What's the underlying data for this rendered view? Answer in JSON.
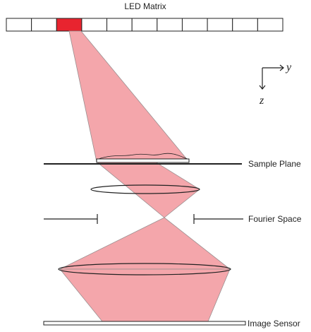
{
  "title": "LED Matrix",
  "labels": {
    "sample_plane": "Sample Plane",
    "fourier_space": "Fourier Space",
    "image_sensor": "Image Sensor"
  },
  "axes": {
    "y": "y",
    "z": "z"
  },
  "led_matrix": {
    "count": 11,
    "active_index": 2
  },
  "colors": {
    "beam": "#f4a6ab",
    "beam_edge": "#9a8f90",
    "led_active": "#e8242f",
    "stroke": "#222222"
  }
}
